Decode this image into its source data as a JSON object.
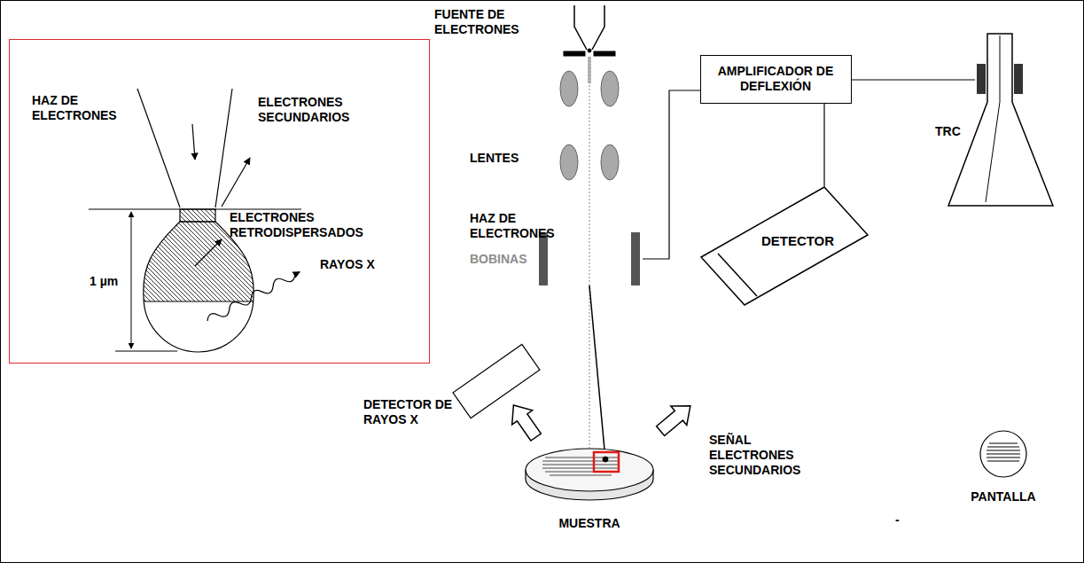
{
  "diagram": {
    "nodes": [
      {
        "text": [
          "HAZ DE ELECTRONES",
          "ELECTRONES SECUNDARIOS",
          "ELECTRONES RETRODISPERSADOS",
          "RAYOS X",
          "1 µm"
        ]
      },
      {
        "text": [
          "AMPLIFICADOR DE DEFLEXIÓN"
        ]
      },
      {
        "text": [
          "BOBINAS"
        ]
      },
      {
        "text": [
          "DETECTOR"
        ]
      },
      {
        "text": [
          "TRC"
        ]
      }
    ],
    "edges": [
      {
        "from": 1,
        "to": 2,
        "arrow": "none"
      },
      {
        "from": 1,
        "to": 4,
        "arrow": "none"
      },
      {
        "from": 1,
        "to": 3,
        "arrow": "none"
      }
    ],
    "labels": [
      "FUENTE DE ELECTRONES",
      "LENTES",
      "HAZ DE ELECTRONES",
      "DETECTOR DE RAYOS X",
      "SEÑAL ELECTRONES SECUNDARIOS",
      "PANTALLA",
      "MUESTRA",
      "-"
    ]
  }
}
